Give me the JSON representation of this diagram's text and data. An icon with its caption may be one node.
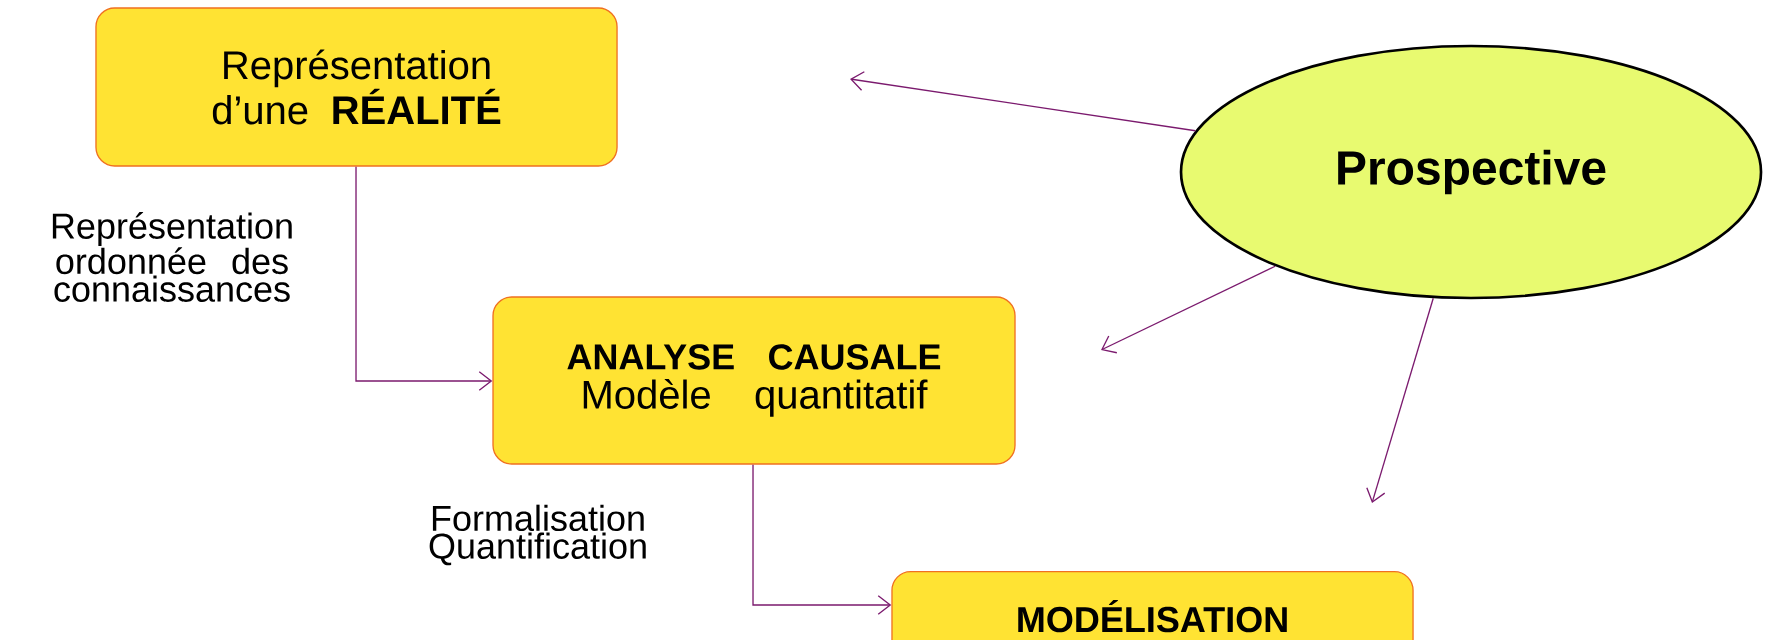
{
  "diagram": {
    "nodes": [
      {
        "text": [
          "Représentation d’une **RÉALITÉ**"
        ]
      },
      {
        "text": [
          "ANALYSE CAUSALE",
          "Modèle quantitatif"
        ]
      },
      {
        "text": [
          "MODÉLISATION"
        ]
      },
      {
        "text": [
          "Prospective"
        ]
      }
    ],
    "edges": [
      {
        "from": 0,
        "to": 1,
        "arrow": "to",
        "label": "Représentation ordonnée des connaissances"
      },
      {
        "from": 1,
        "to": 2,
        "arrow": "to",
        "label": "Formalisation Quantification"
      },
      {
        "from": 3,
        "to": null,
        "arrow": "to"
      },
      {
        "from": 3,
        "to": null,
        "arrow": "to"
      },
      {
        "from": 3,
        "to": null,
        "arrow": "to"
      }
    ]
  }
}
